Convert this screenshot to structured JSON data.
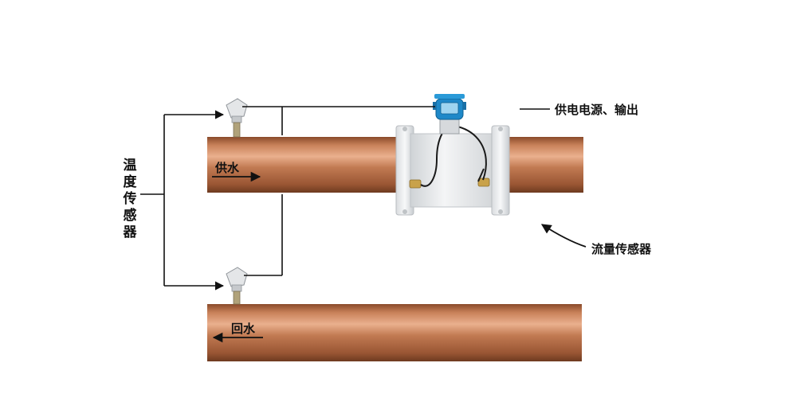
{
  "labels": {
    "temperature_sensor": "温度传感器",
    "supply_water": "供水",
    "return_water": "回水",
    "power_output": "供电电源、输出",
    "flow_sensor": "流量传感器"
  },
  "colors": {
    "pipe_base": "#b06a45",
    "pipe_highlight": "#e6a884",
    "pipe_shadow": "#7a3f22",
    "flowmeter_body": "#e8eaec",
    "transmitter_head": "#1e88c8",
    "line": "#111111"
  }
}
